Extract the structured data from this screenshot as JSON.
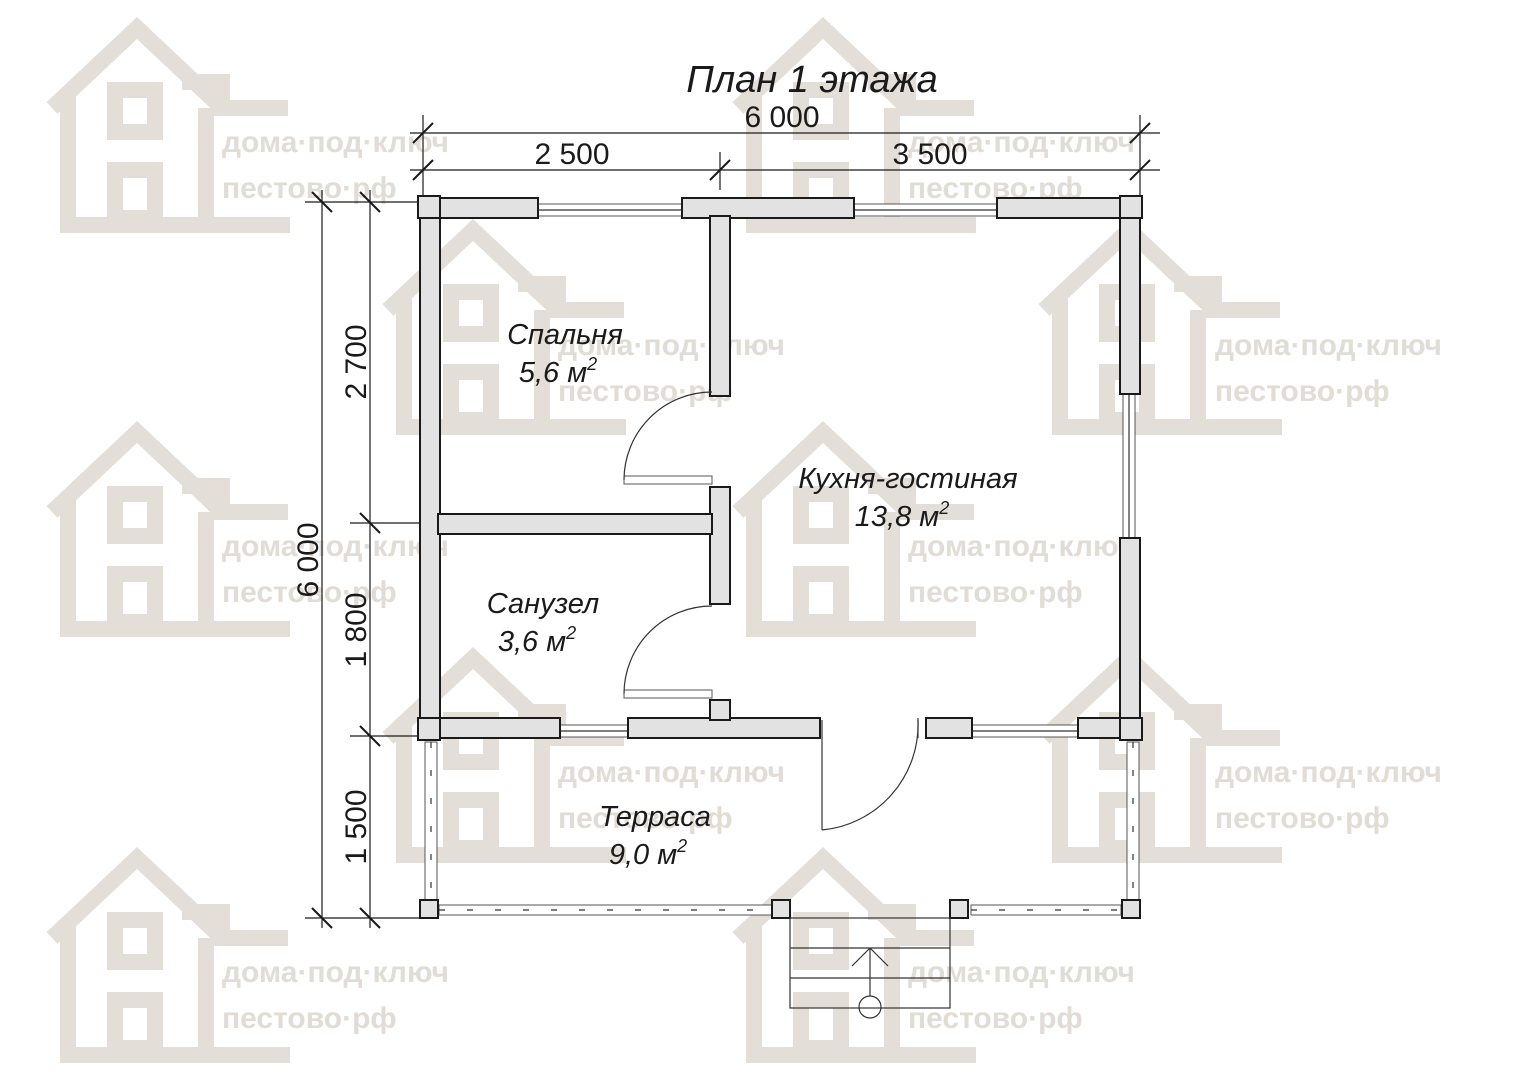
{
  "title": "План 1 этажа",
  "watermark": {
    "line1": "дома·под·ключ",
    "line2": "пестово·рф",
    "color": "#e2dcd6"
  },
  "dimensions": {
    "total_width": "6 000",
    "width_left": "2 500",
    "width_right": "3 500",
    "total_height": "6 000",
    "height_top": "2 700",
    "height_middle": "1 800",
    "height_bottom": "1 500"
  },
  "rooms": [
    {
      "name": "Спальня",
      "area": "5,6 м",
      "unit_sup": "2"
    },
    {
      "name": "Кухня-гостиная",
      "area": "13,8 м",
      "unit_sup": "2"
    },
    {
      "name": "Санузел",
      "area": "3,6 м",
      "unit_sup": "2"
    },
    {
      "name": "Терраса",
      "area": "9,0 м",
      "unit_sup": "2"
    }
  ],
  "colors": {
    "wall_fill": "#e2e2e2",
    "line": "#1a1a1a",
    "watermark": "#e4ded8"
  }
}
